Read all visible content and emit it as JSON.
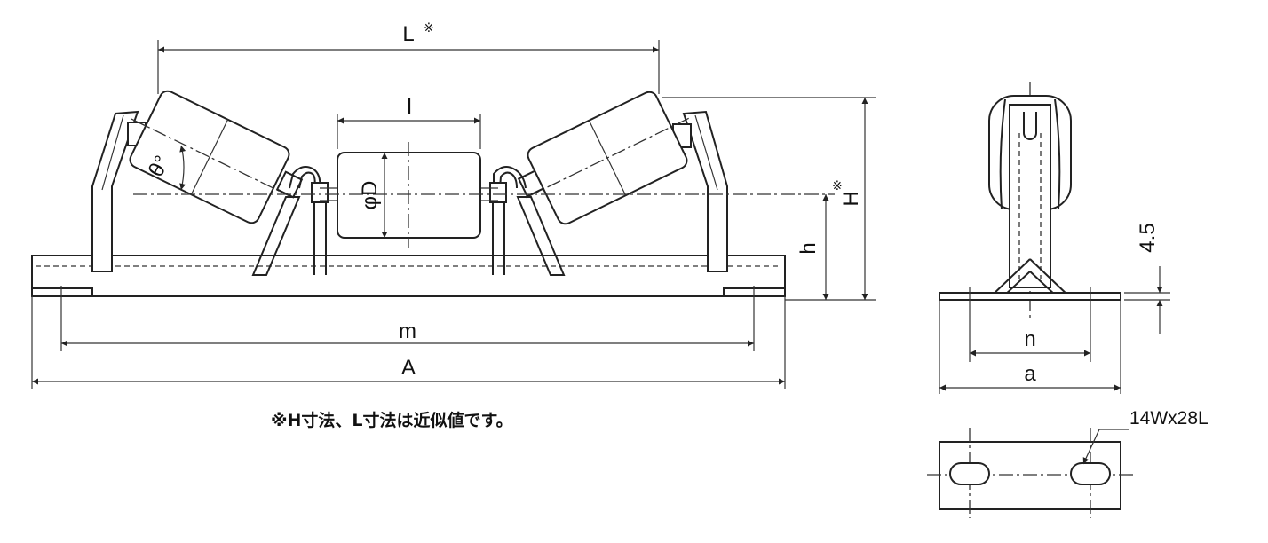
{
  "labels": {
    "L": "L",
    "L_mark": "※",
    "l": "l",
    "theta": "θ°",
    "phiD": "φD",
    "H": "H",
    "H_mark": "※",
    "h": "h",
    "m": "m",
    "A": "A",
    "dim45": "4.5",
    "n": "n",
    "a": "a",
    "slot": "14Wx28L"
  },
  "note": "※H寸法、L寸法は近似値です。"
}
